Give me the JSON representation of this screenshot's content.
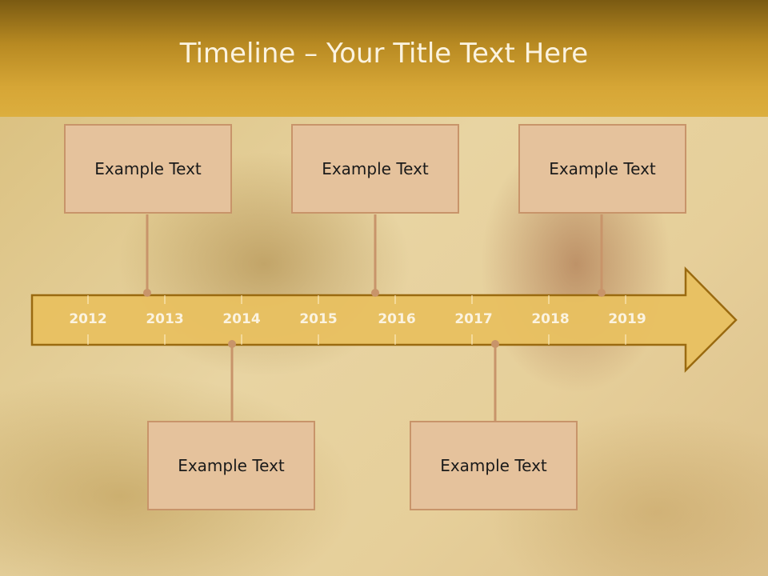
{
  "title": "Timeline – Your Title Text Here",
  "years": [
    "2012",
    "2013",
    "2014",
    "2015",
    "2016",
    "2017",
    "2018",
    "2019"
  ],
  "events": [
    {
      "label": "Example Text",
      "position": "above"
    },
    {
      "label": "Example Text",
      "position": "above"
    },
    {
      "label": "Example Text",
      "position": "above"
    },
    {
      "label": "Example Text",
      "position": "below"
    },
    {
      "label": "Example Text",
      "position": "below"
    }
  ],
  "colors": {
    "header": "#d6a636",
    "arrow_fill": "#e8c060",
    "arrow_stroke": "#9a6a10",
    "box_fill": "#e5c29c",
    "box_border": "#c8946a",
    "connector": "#c8946a",
    "year_text": "#fbf3e0"
  }
}
